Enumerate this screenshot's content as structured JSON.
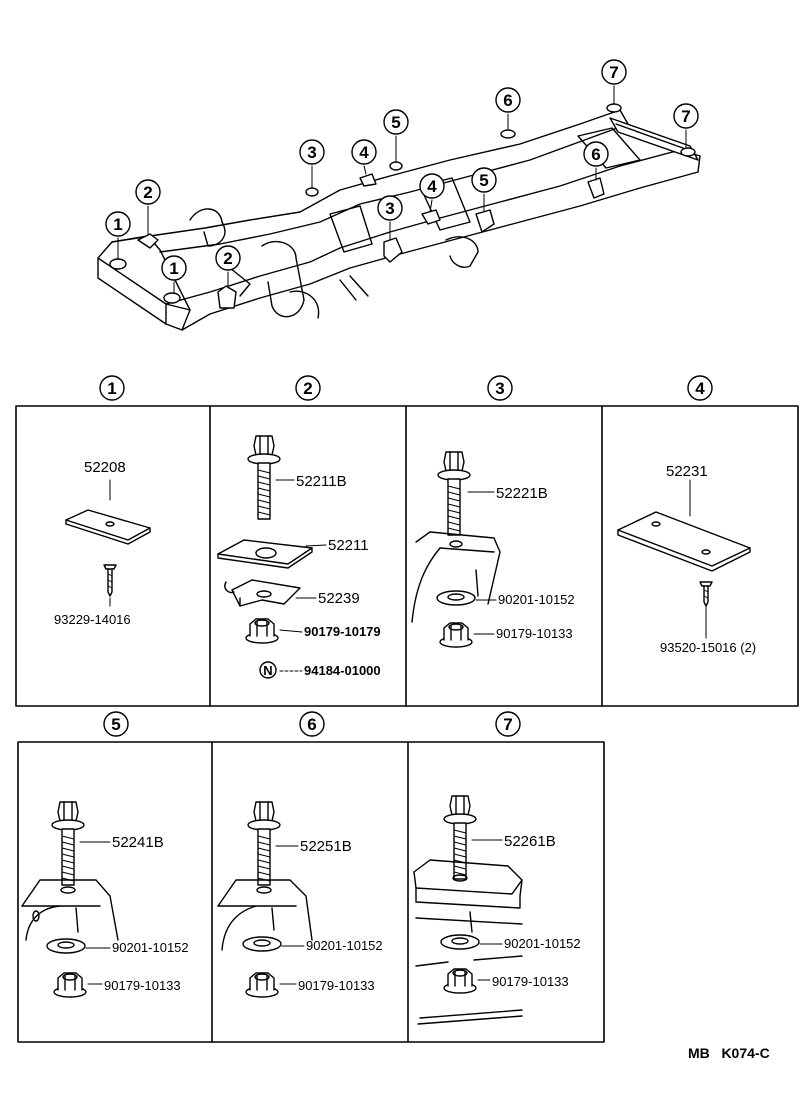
{
  "frame_callouts": [
    "1",
    "2",
    "3",
    "4",
    "5",
    "6",
    "7"
  ],
  "panels": [
    {
      "id": "1",
      "parts": [
        "52208",
        "93229-14016"
      ]
    },
    {
      "id": "2",
      "parts": [
        "52211B",
        "52211",
        "52239",
        "90179-10179"
      ],
      "note_symbol": "N",
      "note_part": "94184-01000"
    },
    {
      "id": "3",
      "parts": [
        "52221B",
        "90201-10152",
        "90179-10133"
      ]
    },
    {
      "id": "4",
      "parts": [
        "52231",
        "93520-15016 (2)"
      ]
    },
    {
      "id": "5",
      "parts": [
        "52241B",
        "90201-10152",
        "90179-10133"
      ]
    },
    {
      "id": "6",
      "parts": [
        "52251B",
        "90201-10152",
        "90179-10133"
      ]
    },
    {
      "id": "7",
      "parts": [
        "52261B",
        "90201-10152",
        "90179-10133"
      ]
    }
  ],
  "figure_ref": "MB   K074-C"
}
